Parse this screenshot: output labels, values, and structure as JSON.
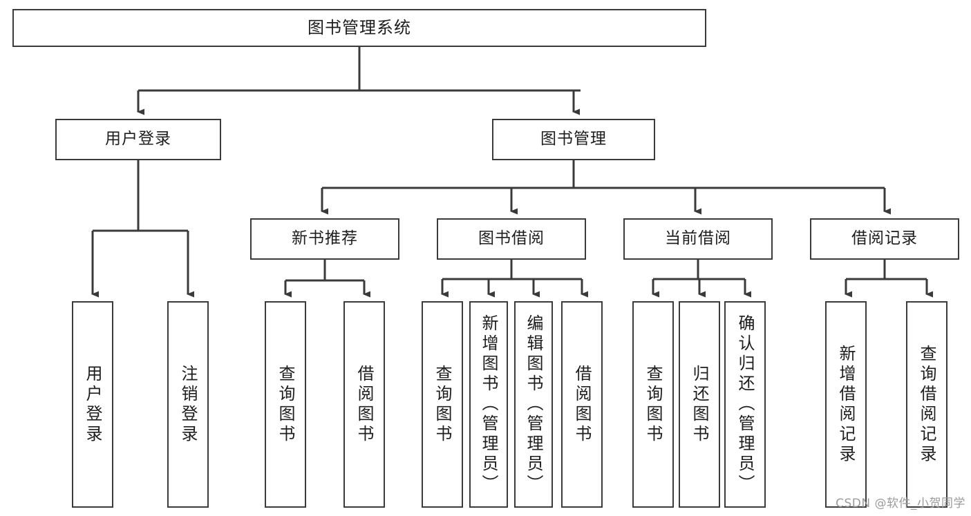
{
  "diagram": {
    "type": "tree",
    "title": "图书管理系统",
    "orientation": "top-down",
    "style": {
      "box_border": "#3a3a3a",
      "box_fill": "#ffffff",
      "edge_color": "#3a3a3a",
      "text_color": "#1d1d1d",
      "background": "#ffffff"
    }
  },
  "watermark": {
    "text": "CSDN @软件_小贺同学"
  },
  "nodes": {
    "root": {
      "label": "图书管理系统"
    },
    "level2": [
      {
        "id": "user_login",
        "label": "用户登录"
      },
      {
        "id": "book_manage",
        "label": "图书管理"
      }
    ],
    "level3": [
      {
        "id": "new_book_rec",
        "label": "新书推荐"
      },
      {
        "id": "book_borrow",
        "label": "图书借阅"
      },
      {
        "id": "current_borrow",
        "label": "当前借阅"
      },
      {
        "id": "borrow_record",
        "label": "借阅记录"
      }
    ],
    "leaves": {
      "user_login": [
        {
          "id": "leaf_user_login",
          "label": "用户登录"
        },
        {
          "id": "leaf_user_logout",
          "label": "注销登录"
        }
      ],
      "new_book_rec": [
        {
          "id": "leaf_query_book_1",
          "label": "查询图书"
        },
        {
          "id": "leaf_borrow_book_1",
          "label": "借阅图书"
        }
      ],
      "book_borrow": [
        {
          "id": "leaf_query_book_2",
          "label": "查询图书"
        },
        {
          "id": "leaf_add_book",
          "label": "新增图书（管理员）"
        },
        {
          "id": "leaf_edit_book",
          "label": "编辑图书（管理员）"
        },
        {
          "id": "leaf_borrow_book_2",
          "label": "借阅图书"
        }
      ],
      "current_borrow": [
        {
          "id": "leaf_query_book_3",
          "label": "查询图书"
        },
        {
          "id": "leaf_return_book",
          "label": "归还图书"
        },
        {
          "id": "leaf_confirm_return",
          "label": "确认归还（管理员）"
        }
      ],
      "borrow_record": [
        {
          "id": "leaf_add_record",
          "label": "新增借阅记录"
        },
        {
          "id": "leaf_query_record",
          "label": "查询借阅记录"
        }
      ]
    }
  }
}
